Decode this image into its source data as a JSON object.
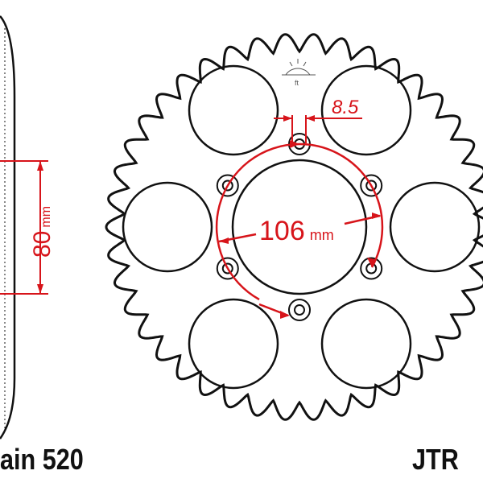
{
  "drawing": {
    "chain_label": "ain 520",
    "model_label": "JTR",
    "dim_width_value": "8.5",
    "dim_pcd_value": "106",
    "dim_pcd_unit": "mm",
    "dim_offset_value": "80",
    "dim_offset_unit": "mm",
    "logo_text": "ft",
    "colors": {
      "outline": "#111111",
      "dimension": "#d7141a"
    }
  }
}
